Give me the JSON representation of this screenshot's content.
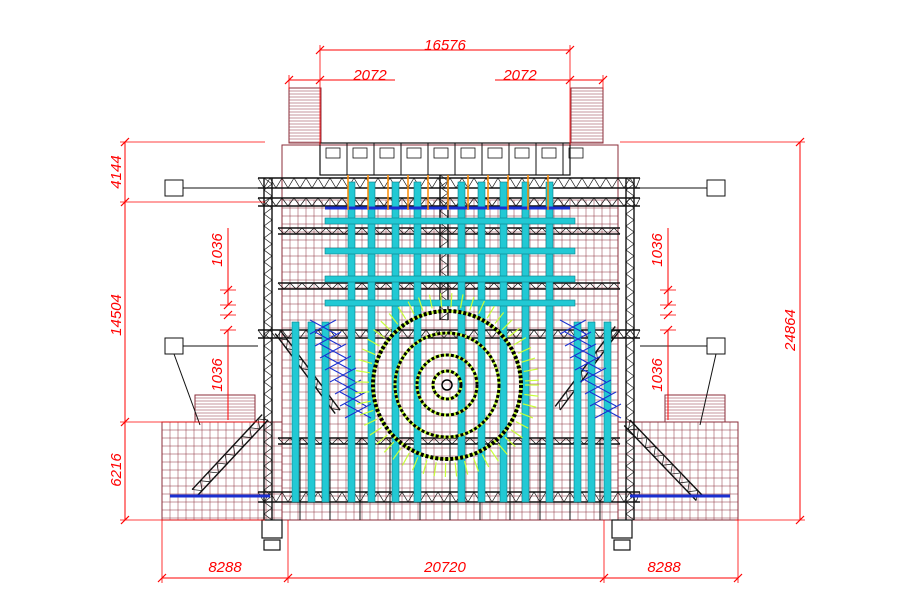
{
  "colors": {
    "dimension": "#ff0000",
    "truss": "#111111",
    "vertical_truss": "#22c9d4",
    "deck_grid": "#8b2e3a",
    "ring": "#000000",
    "ring_glow": "#c8ff3a",
    "accent_blue": "#1a2fd0",
    "accent_orange": "#ff8a00",
    "background": "#ffffff"
  },
  "dimensions": {
    "top_width": "16576",
    "top_left_offset": "2072",
    "top_right_offset": "2072",
    "left_top": "4144",
    "left_middle": "14504",
    "left_bottom": "6216",
    "inner_left_upper": "1036",
    "inner_right_upper": "1036",
    "inner_left_lower": "1036",
    "inner_right_lower": "1036",
    "right_total": "24864",
    "bottom_left": "8288",
    "bottom_center": "20720",
    "bottom_right": "8288"
  }
}
